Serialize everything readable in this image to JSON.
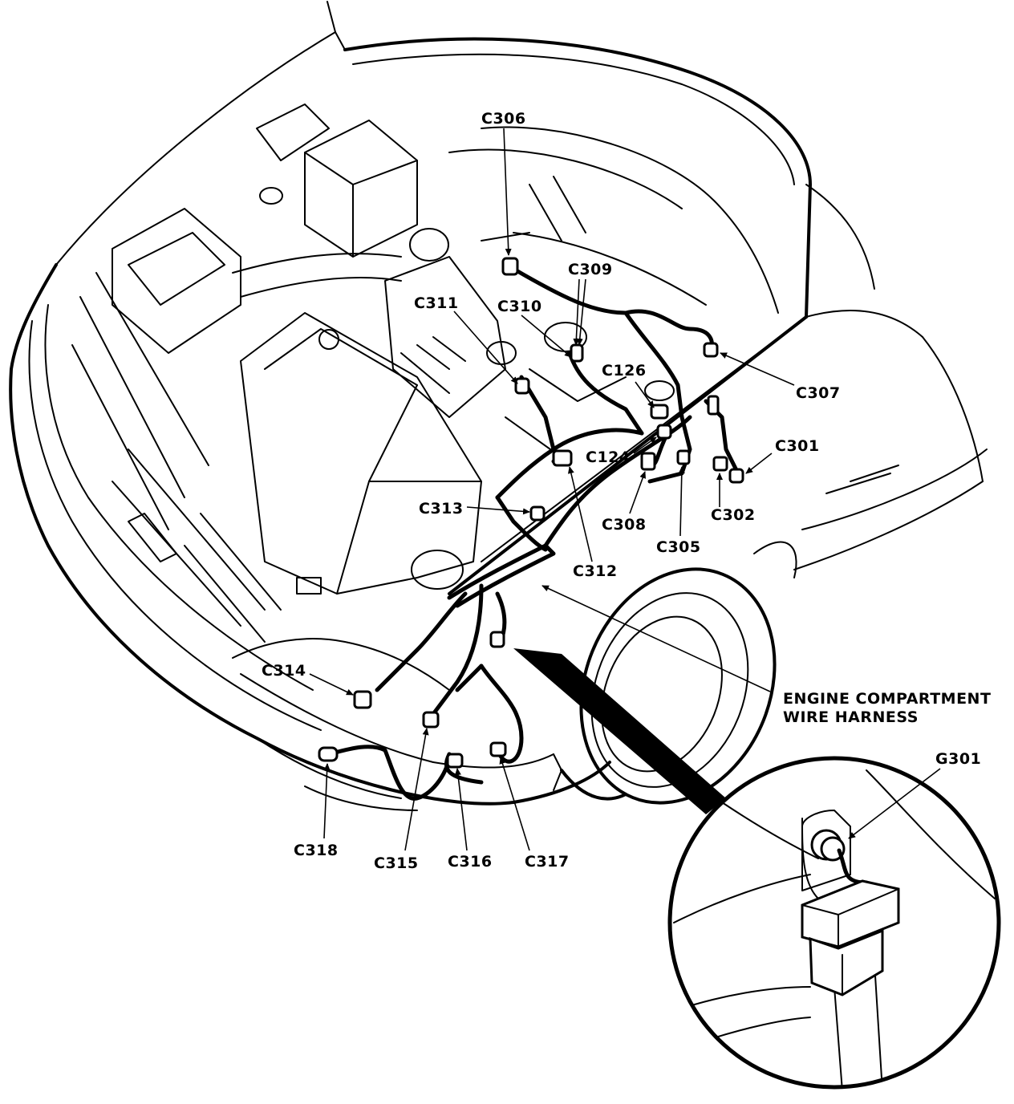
{
  "labels": {
    "c306": "C306",
    "c309": "C309",
    "c311": "C311",
    "c310": "C310",
    "c126": "C126",
    "c307": "C307",
    "c301": "C301",
    "c124": "C124",
    "c313": "C313",
    "c302": "C302",
    "c308": "C308",
    "c305": "C305",
    "c312": "C312",
    "c314": "C314",
    "harness_line1": "ENGINE COMPARTMENT",
    "harness_line2": "WIRE HARNESS",
    "g301": "G301",
    "c318": "C318",
    "c315": "C315",
    "c316": "C316",
    "c317": "C317"
  }
}
